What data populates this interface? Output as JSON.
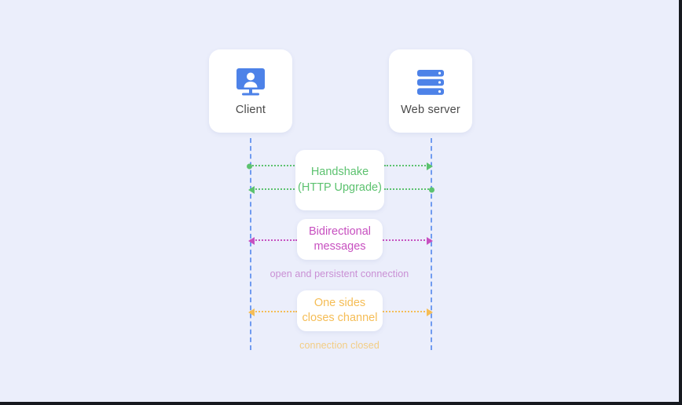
{
  "diagram": {
    "background_color": "#ebeefb",
    "nodes": [
      {
        "id": "client",
        "label": "Client",
        "icon": "monitor-user-icon",
        "icon_color": "#4d82e8"
      },
      {
        "id": "web-server",
        "label": "Web server",
        "icon": "server-stack-icon",
        "icon_color": "#4d82e8"
      }
    ],
    "lifeline_color": "#5b8def",
    "steps": [
      {
        "id": "handshake",
        "lines": [
          "Handshake",
          "(HTTP Upgrade)"
        ],
        "color": "#5cc26f",
        "arrows": [
          {
            "direction": "client-to-server",
            "left_cap": "dot",
            "right_cap": "arrow-right"
          },
          {
            "direction": "server-to-client",
            "left_cap": "arrow-left",
            "right_cap": "dot"
          }
        ],
        "caption": ""
      },
      {
        "id": "bidirectional",
        "lines": [
          "Bidirectional",
          "messages"
        ],
        "color": "#c750c0",
        "arrows": [
          {
            "direction": "both",
            "left_cap": "arrow-left",
            "right_cap": "arrow-right"
          }
        ],
        "caption": "open and persistent connection"
      },
      {
        "id": "close",
        "lines": [
          "One sides",
          "closes channel"
        ],
        "color": "#f5bd56",
        "arrows": [
          {
            "direction": "both",
            "left_cap": "arrow-left",
            "right_cap": "arrow-right"
          }
        ],
        "caption": "connection closed"
      }
    ]
  }
}
